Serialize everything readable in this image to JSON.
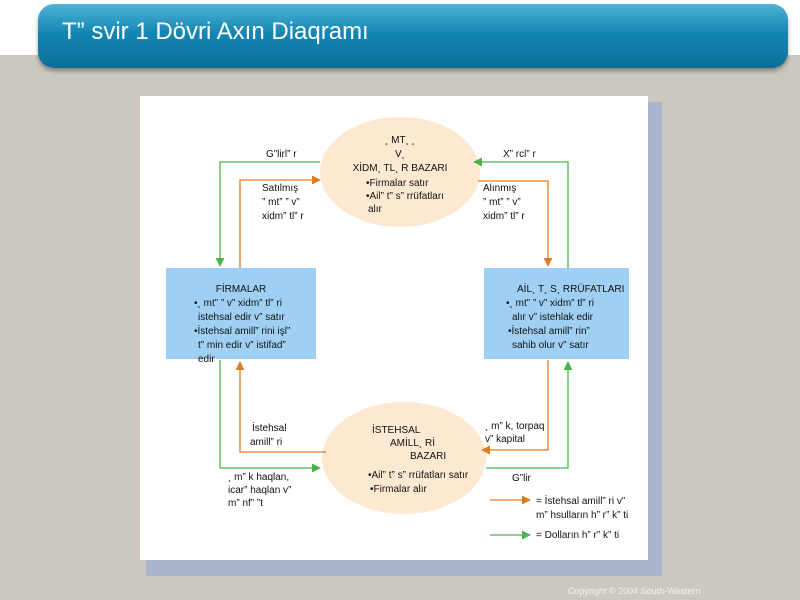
{
  "title": "T” svir 1 Dövri Axın Diaqramı",
  "copyright": "Copyright © 2004  South-Western",
  "colors": {
    "title_bar": "#1486b3",
    "box_fill": "#9fd0f4",
    "ellipse_fill": "#fde9d2",
    "resource_arrow": "#e07a1f",
    "money_arrow": "#4ab34a"
  },
  "goods_market": {
    "title": [
      "¸ MT¸ ¸",
      "V¸",
      "XİDM¸ TL¸ R BAZARI"
    ],
    "bullets": [
      "•Firmalar satır",
      "•Ail” t” s” rrüfatları",
      "alır"
    ]
  },
  "factor_market": {
    "title": [
      "İSTEHSAL",
      "AMİLL¸ Rİ",
      "BAZARI"
    ],
    "bullets": [
      "•Ail” t” s” rrüfatları satır",
      "•Firmalar alır"
    ]
  },
  "firms": {
    "title": "FİRMALAR",
    "lines": [
      "•¸ mt” ” v” xidm” tl” ri",
      "istehsal edir v” satır",
      "•İstehsal amill” rini işl”",
      "t” min edir v” istifad”",
      "edir"
    ]
  },
  "households": {
    "title": "AİL¸ T¸ S¸ RRÜFATLARI",
    "lines": [
      "•¸ mt” ” v” xidm” tl” ri",
      "alır v” istehlak edir",
      "•İstehsal amill” rin”",
      "sahib olur v” satır"
    ]
  },
  "labels": {
    "revenue": "G”lirl” r",
    "spending": "X” rcl” r",
    "goods_sold": [
      "Satılmış",
      "” mt” ” v”",
      "xidm” tl” r"
    ],
    "goods_bought": [
      "Alınmış",
      "” mt” ” v”",
      "xidm” tl” r"
    ],
    "factors_of_production": [
      "İstehsal",
      "amill” ri"
    ],
    "labor_land_capital": [
      "¸ m” k, torpaq",
      "v” kapital"
    ],
    "income": "G”lir",
    "wages_rent_profit": [
      "¸ m” k haqlan,",
      "icar” haqlan v”",
      "m” nf” ”t"
    ]
  },
  "legend": {
    "resources": [
      "= İstehsal amill” ri v”",
      "m” hsulların h” r” k” ti"
    ],
    "money": "= Dolların h” r” k” ti"
  }
}
